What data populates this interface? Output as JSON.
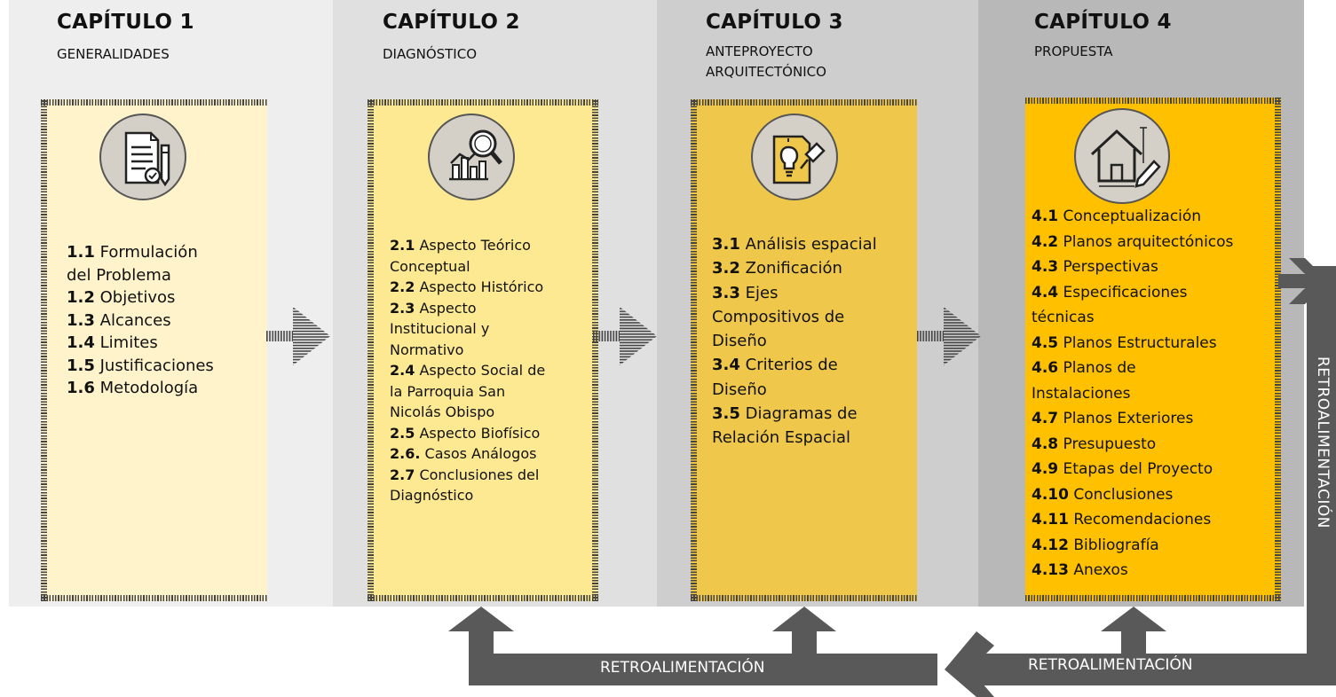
{
  "colors": {
    "col1_bg": "#eeeeee",
    "col2_bg": "#e0e0e0",
    "col3_bg": "#cecece",
    "col4_bg": "#b8b8b8",
    "box1": "#fff3cc",
    "box2": "#fde992",
    "box3": "#efc84b",
    "box4": "#ffc000",
    "feedback": "#595959"
  },
  "chapters": [
    {
      "title": "CAPÍTULO 1",
      "subtitle": [
        "GENERALIDADES"
      ],
      "icon": "document-pencil-icon",
      "items": [
        {
          "num": "1.1",
          "text": "Formulación"
        },
        {
          "num": "",
          "text": "del Problema"
        },
        {
          "num": "1.2",
          "text": "Objetivos"
        },
        {
          "num": "1.3",
          "text": "Alcances"
        },
        {
          "num": "1.4",
          "text": "Limites"
        },
        {
          "num": "1.5",
          "text": "Justificaciones"
        },
        {
          "num": "1.6",
          "text": "Metodología"
        }
      ]
    },
    {
      "title": "CAPÍTULO 2",
      "subtitle": [
        "DIAGNÓSTICO"
      ],
      "icon": "chart-magnifier-icon",
      "items": [
        {
          "num": "2.1",
          "text": "Aspecto Teórico"
        },
        {
          "num": "",
          "text": "Conceptual"
        },
        {
          "num": "2.2",
          "text": "Aspecto Histórico"
        },
        {
          "num": "2.3",
          "text": "Aspecto"
        },
        {
          "num": "",
          "text": "Institucional y"
        },
        {
          "num": "",
          "text": "Normativo"
        },
        {
          "num": "2.4",
          "text": "Aspecto Social de"
        },
        {
          "num": "",
          "text": "la Parroquia San"
        },
        {
          "num": "",
          "text": "Nicolás Obispo"
        },
        {
          "num": "2.5",
          "text": "Aspecto Biofísico"
        },
        {
          "num": "2.6.",
          "text": "Casos Análogos"
        },
        {
          "num": "2.7",
          "text": "Conclusiones del"
        },
        {
          "num": "",
          "text": "Diagnóstico"
        }
      ]
    },
    {
      "title": "CAPÍTULO 3",
      "subtitle": [
        "ANTEPROYECTO",
        "ARQUITECTÓNICO"
      ],
      "icon": "lightbulb-pin-icon",
      "items": [
        {
          "num": "3.1",
          "text": "Análisis espacial"
        },
        {
          "num": "3.2",
          "text": "Zonificación"
        },
        {
          "num": "3.3",
          "text": "Ejes"
        },
        {
          "num": "",
          "text": "Compositivos de"
        },
        {
          "num": "",
          "text": "Diseño"
        },
        {
          "num": "3.4",
          "text": "Criterios de"
        },
        {
          "num": "",
          "text": "Diseño"
        },
        {
          "num": "3.5",
          "text": "Diagramas de"
        },
        {
          "num": "",
          "text": "Relación Espacial"
        }
      ]
    },
    {
      "title": "CAPÍTULO 4",
      "subtitle": [
        "PROPUESTA"
      ],
      "icon": "house-pencil-icon",
      "items": [
        {
          "num": "4.1",
          "text": "Conceptualización"
        },
        {
          "num": "4.2",
          "text": "Planos arquitectónicos"
        },
        {
          "num": "4.3",
          "text": "Perspectivas"
        },
        {
          "num": "4.4",
          "text": "Especificaciones"
        },
        {
          "num": "",
          "text": "técnicas"
        },
        {
          "num": "4.5",
          "text": "Planos Estructurales"
        },
        {
          "num": "4.6",
          "text": "Planos de"
        },
        {
          "num": "",
          "text": "Instalaciones"
        },
        {
          "num": "4.7",
          "text": "Planos Exteriores"
        },
        {
          "num": "4.8",
          "text": "Presupuesto"
        },
        {
          "num": "4.9",
          "text": "Etapas del Proyecto"
        },
        {
          "num": "4.10",
          "text": "Conclusiones"
        },
        {
          "num": "4.11",
          "text": "Recomendaciones"
        },
        {
          "num": "4.12",
          "text": "Bibliografía"
        },
        {
          "num": "4.13",
          "text": "Anexos"
        }
      ]
    }
  ],
  "feedback": {
    "left_label": "RETROALIMENTACIÓN",
    "right_label": "RETROALIMENTACIÓN",
    "vertical_label": "RETROALIMENTACIÓN"
  }
}
